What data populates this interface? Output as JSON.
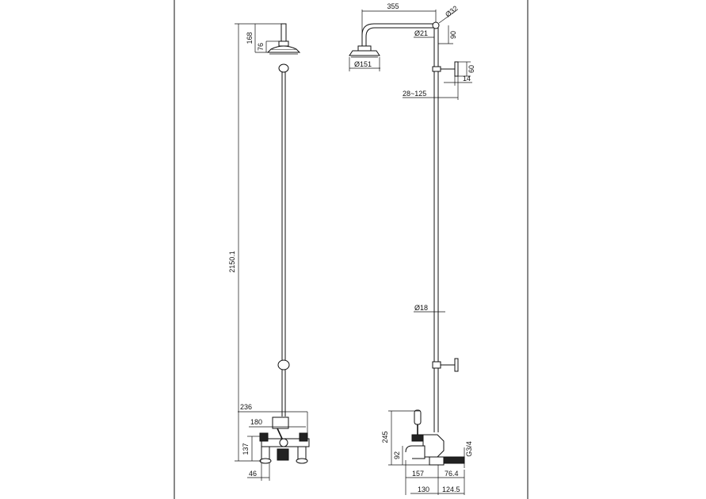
{
  "left_view": {
    "dims": {
      "overall_height": "2150.1",
      "head_height": "168",
      "rose_height": "76",
      "width_236": "236",
      "width_180": "180",
      "valve_height": "137",
      "width_46": "46"
    }
  },
  "right_view": {
    "dims": {
      "arm_reach": "355",
      "arm_dia": "Ø32",
      "riser_top_dia": "Ø21",
      "arm_drop": "90",
      "rose_dia": "Ø151",
      "bracket_height": "60",
      "bracket_depth": "14",
      "wall_range": "28~125",
      "riser_dia": "Ø18",
      "valve_height": "245",
      "spout_height": "92",
      "thread": "G3/4",
      "spout_157": "157",
      "offset_76": "76.4",
      "base_130": "130",
      "base_124": "124.5"
    }
  }
}
